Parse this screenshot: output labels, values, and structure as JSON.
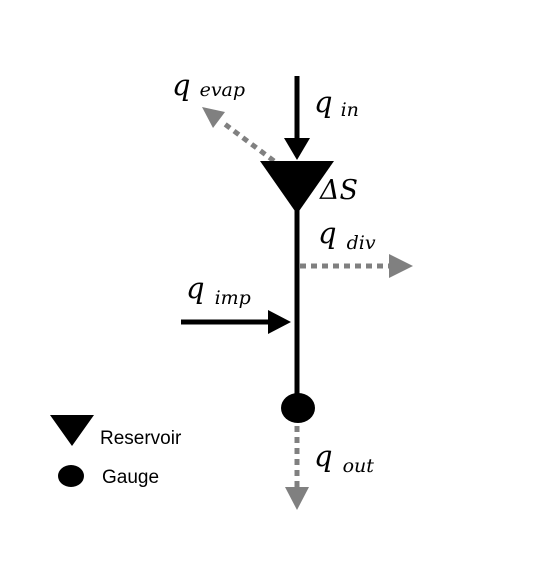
{
  "colors": {
    "solid": "#000000",
    "dashed": "#808080",
    "background": "#ffffff"
  },
  "labels": {
    "q_in": {
      "symbol": "q",
      "subscript": "in"
    },
    "q_evap": {
      "symbol": "q",
      "subscript": "evap"
    },
    "q_div": {
      "symbol": "q",
      "subscript": "div"
    },
    "q_imp": {
      "symbol": "q",
      "subscript": "imp"
    },
    "q_out": {
      "symbol": "q",
      "subscript": "out"
    },
    "delta_s": "ΔS"
  },
  "legend": {
    "reservoir": {
      "label": "Reservoir",
      "icon": "triangle-down"
    },
    "gauge": {
      "label": "Gauge",
      "icon": "filled-circle"
    }
  }
}
